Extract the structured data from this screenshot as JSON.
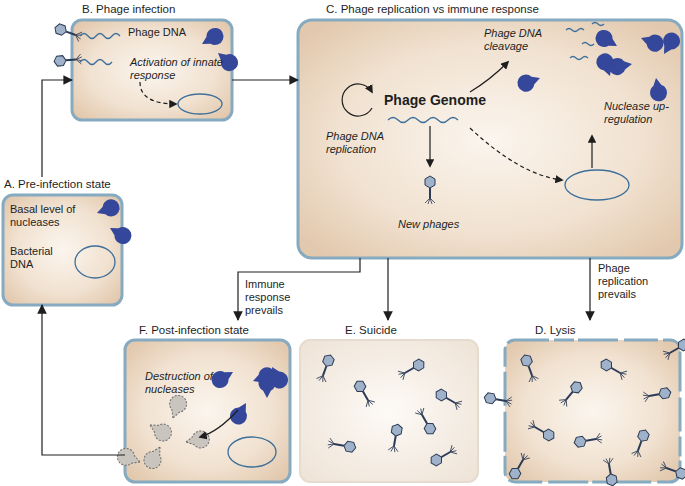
{
  "diagram": {
    "nodes": [
      {
        "text": [
          "B. Phage infection",
          "Phage DNA",
          "Activation of innate response"
        ]
      },
      {
        "text": [
          "C. Phage replication vs immune response",
          "Phage DNA cleavage",
          "Phage Genome",
          "Nuclease up-regulation",
          "Phage DNA replication",
          "New phages"
        ]
      },
      {
        "text": [
          "A. Pre-infection state",
          "Basal level of nucleases",
          "Bacterial DNA"
        ]
      },
      {
        "text": [
          "F. Post-infection state",
          "Destruction of nucleases"
        ]
      },
      {
        "text": [
          "E. Suicide"
        ]
      },
      {
        "text": [
          "D. Lysis"
        ]
      }
    ],
    "edges": [
      {
        "from": 2,
        "to": 0,
        "arrow": "to"
      },
      {
        "from": 0,
        "to": 1,
        "arrow": "to"
      },
      {
        "from": 1,
        "to": 3,
        "label": "Immune response prevails",
        "arrow": "to"
      },
      {
        "from": 1,
        "to": 4,
        "arrow": "to"
      },
      {
        "from": 1,
        "to": 5,
        "label": "Phage replication prevails",
        "arrow": "to"
      },
      {
        "from": 3,
        "to": 2,
        "arrow": "to"
      }
    ]
  }
}
